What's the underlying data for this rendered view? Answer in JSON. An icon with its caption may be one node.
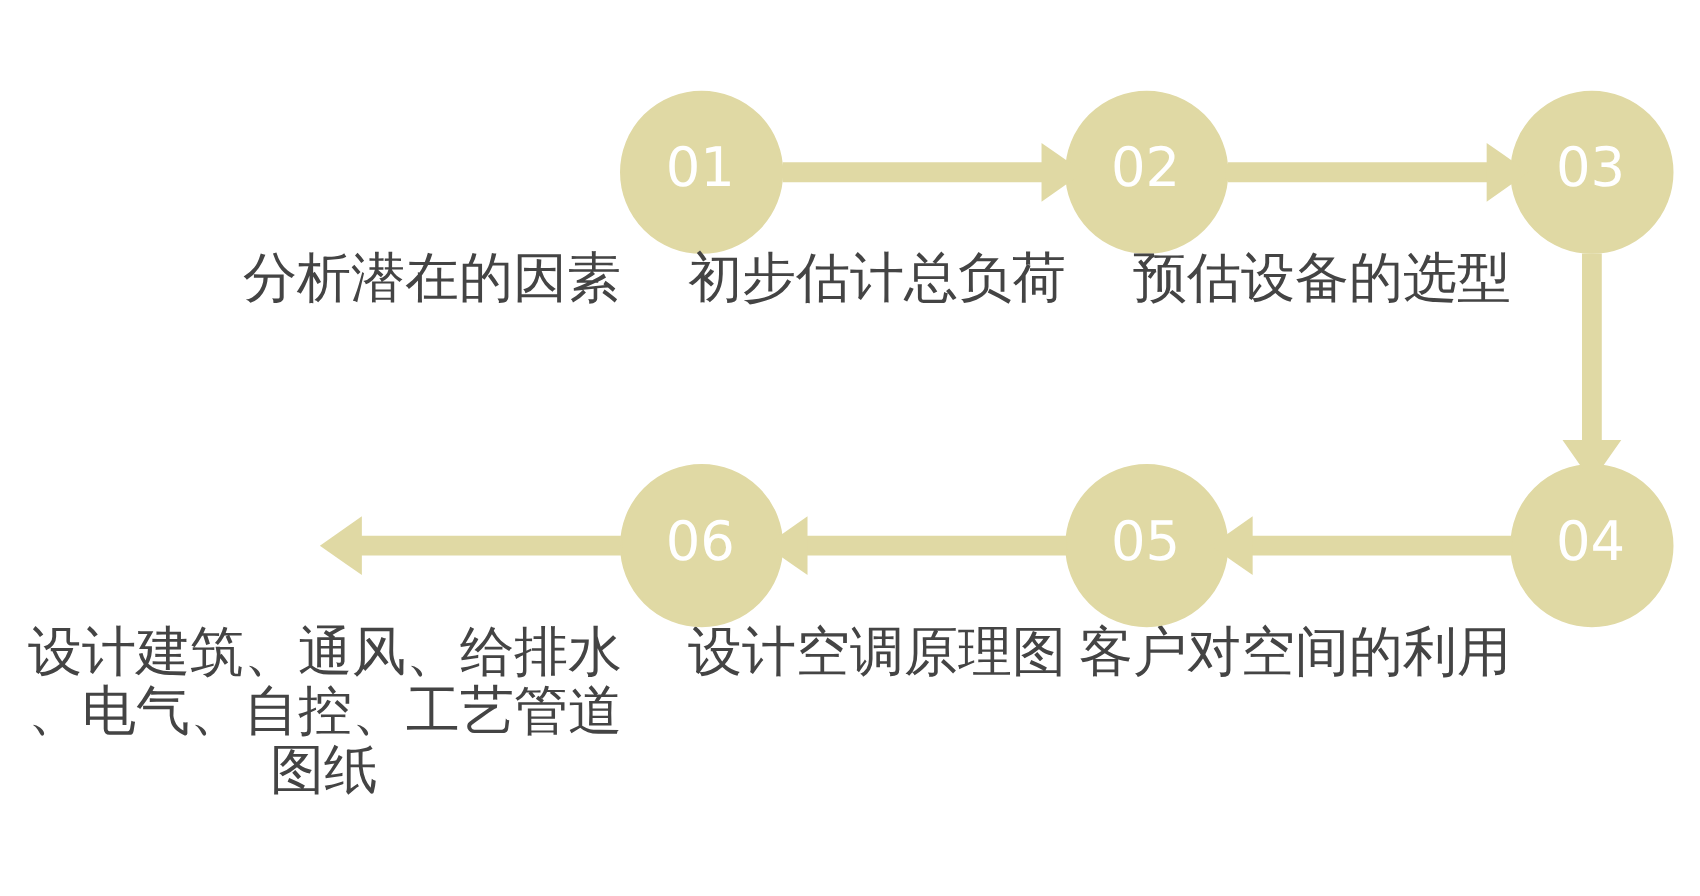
{
  "diagram": {
    "nodes": [
      {
        "text": [
          "01"
        ],
        "beside": [
          "分析潜在的因素"
        ]
      },
      {
        "text": [
          "02"
        ],
        "beside": [
          "初步估计总负荷"
        ]
      },
      {
        "text": [
          "03"
        ],
        "beside": [
          "预估设备的选型"
        ]
      },
      {
        "text": [
          "04"
        ],
        "beside": [
          "客户对空间的利用"
        ]
      },
      {
        "text": [
          "05"
        ],
        "beside": [
          "设计空调原理图"
        ]
      },
      {
        "text": [
          "06"
        ],
        "beside": [
          "设计建筑、通风、给排水、电气、自控、工艺管道图纸"
        ]
      }
    ],
    "edges": [
      {
        "from": 0,
        "to": 1,
        "arrow": "to"
      },
      {
        "from": 1,
        "to": 2,
        "arrow": "to"
      },
      {
        "from": 2,
        "to": 3,
        "arrow": "to"
      },
      {
        "from": 3,
        "to": 4,
        "arrow": "to"
      },
      {
        "from": 4,
        "to": 5,
        "arrow": "to"
      },
      {
        "from": 5,
        "to": null,
        "arrow": "to"
      }
    ]
  }
}
